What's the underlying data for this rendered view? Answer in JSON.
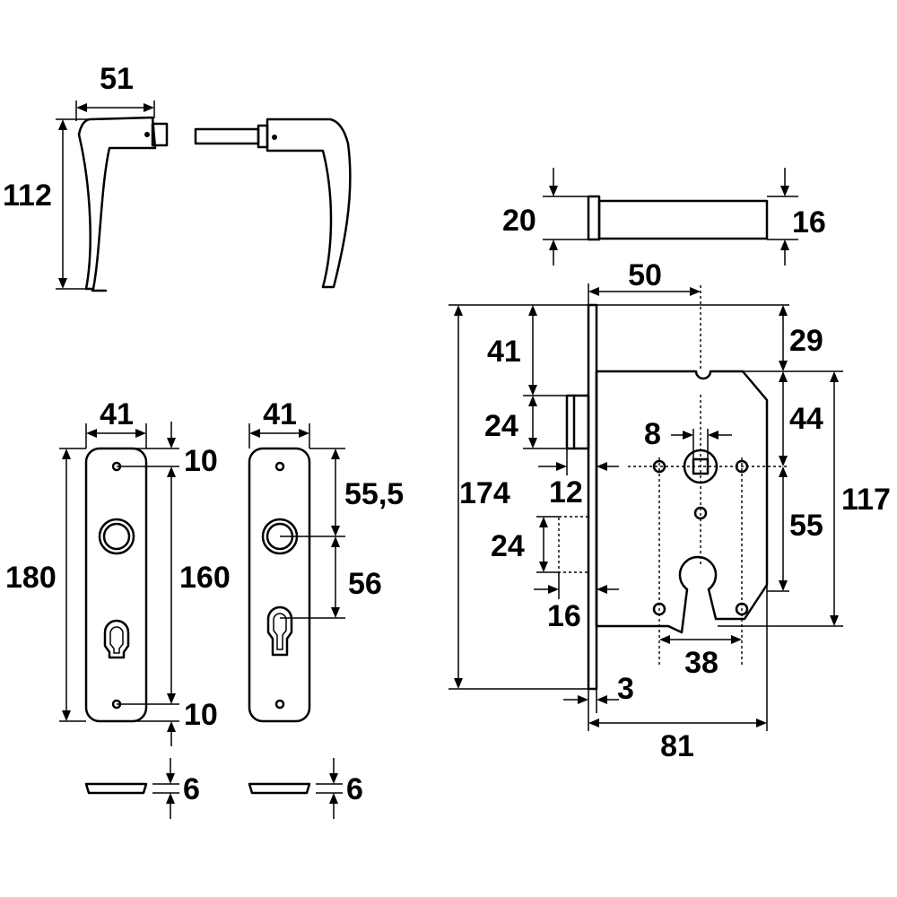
{
  "handles": {
    "width": "51",
    "height": "112"
  },
  "plate_left": {
    "width": "41",
    "height": "180",
    "top_offset": "10",
    "hole_spacing": "160",
    "bottom_offset": "10",
    "thickness": "6"
  },
  "plate_right": {
    "width": "41",
    "to_spindle": "55,5",
    "spindle_to_cylinder": "56",
    "thickness": "6"
  },
  "spindle": {
    "length": "20",
    "square": "16"
  },
  "lock": {
    "backset": "50",
    "faceplate_height": "174",
    "top_to_latch": "41",
    "latch_height": "24",
    "body_top_offset": "29",
    "top_to_spindle": "44",
    "body_height": "117",
    "spindle_square": "8",
    "latch_projection": "12",
    "bolt_height": "24",
    "spindle_to_cylinder": "55",
    "bolt_projection": "16",
    "fixing_hole_spacing": "38",
    "faceplate_thickness": "3",
    "body_depth": "81"
  }
}
